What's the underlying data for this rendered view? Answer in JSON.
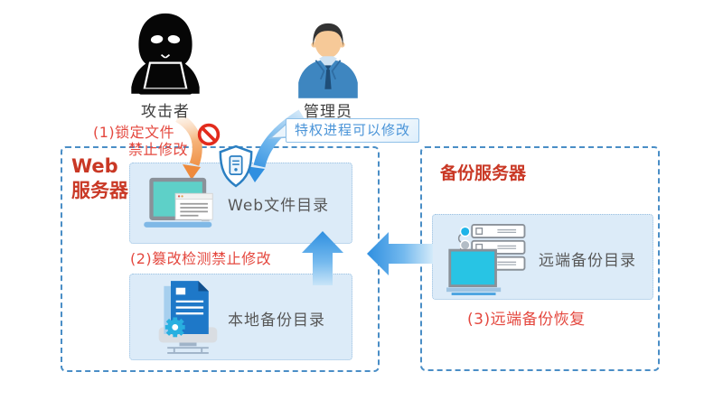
{
  "actors": {
    "attacker": {
      "label": "攻击者"
    },
    "admin": {
      "label": "管理员"
    }
  },
  "annotations": {
    "step1_line1": "(1)锁定文件",
    "step1_line2": "禁止修改",
    "privileged_note": "特权进程可以修改",
    "step2": "(2)篡改检测禁止修改",
    "step3": "(3)远端备份恢复"
  },
  "web_server": {
    "title_line1": "Web",
    "title_line2": "服务器",
    "web_dir_label": "Web文件目录",
    "local_backup_label": "本地备份目录"
  },
  "backup_server": {
    "title": "备份服务器",
    "remote_backup_label": "远端备份目录"
  },
  "icons": {
    "attacker": "hacker-hood-laptop-icon",
    "admin": "admin-person-icon",
    "shield": "shield-server-icon",
    "prohibition": "no-entry-icon",
    "web_dir": "laptop-window-icon",
    "local_backup": "document-gear-icon",
    "remote_backup": "server-rack-monitor-icon",
    "arrows": [
      "orange-attack-arrow",
      "blue-admin-arrow",
      "up-restore-arrow",
      "left-remote-restore-arrow"
    ]
  },
  "colors": {
    "title_red": "#c93825",
    "step_red": "#e4483f",
    "note_blue": "#4a94d8",
    "arrow_blue": "#2f8fe0",
    "arrow_orange": "#ee8a3c",
    "dashed_border": "#4a8ec6",
    "panel_fill": "#dcebf8",
    "teal_screen": "#5ed0c8",
    "cyan_monitor": "#28c4e4"
  }
}
